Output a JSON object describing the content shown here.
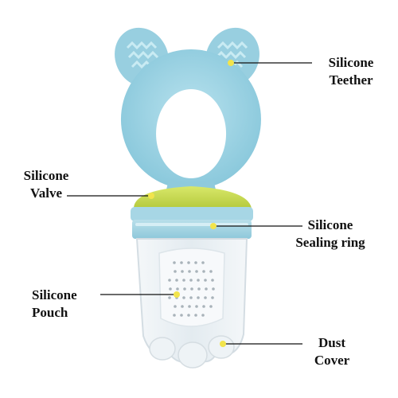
{
  "colors": {
    "teether_blue": "#9fd3e3",
    "teether_blue_dark": "#7cbfd3",
    "valve_yellow": "#c9dc4e",
    "pouch_clear": "#e9eff3",
    "label_text": "#111111",
    "leader_line": "#111111"
  },
  "labels": {
    "teether": {
      "line1": "Silicone",
      "line2": "Teether"
    },
    "valve": {
      "line1": "Silicone",
      "line2": "Valve"
    },
    "sealing_ring": {
      "line1": "Silicone",
      "line2": "Sealing ring"
    },
    "pouch": {
      "line1": "Silicone",
      "line2": "Pouch"
    },
    "dust_cover": {
      "line1": "Dust",
      "line2": "Cover"
    }
  }
}
